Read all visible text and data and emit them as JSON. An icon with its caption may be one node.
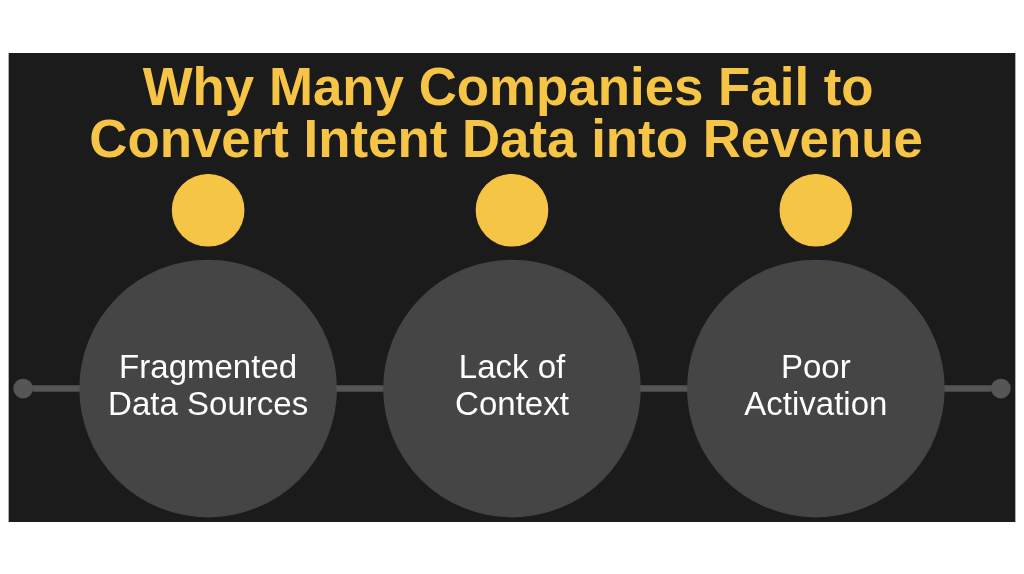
{
  "diagram": {
    "title": "Why Many Companies Fail to Convert Intent Data into Revenue",
    "nodes": [
      {
        "text": [],
        "shape": "circle"
      },
      {
        "text": [],
        "shape": "circle"
      },
      {
        "text": [
          "Fragmented Data Sources"
        ]
      },
      {
        "text": [],
        "shape": "circle"
      },
      {
        "text": [
          "Lack of Context"
        ]
      },
      {
        "text": [],
        "shape": "circle"
      },
      {
        "text": [
          "Poor Activation"
        ]
      },
      {
        "text": [],
        "shape": "circle"
      }
    ],
    "edges": [
      {
        "from": 0,
        "to": 2,
        "arrow": "none"
      },
      {
        "from": 2,
        "to": 4,
        "arrow": "none"
      },
      {
        "from": 4,
        "to": 6,
        "arrow": "none"
      },
      {
        "from": 6,
        "to": 7,
        "arrow": "none"
      }
    ]
  }
}
